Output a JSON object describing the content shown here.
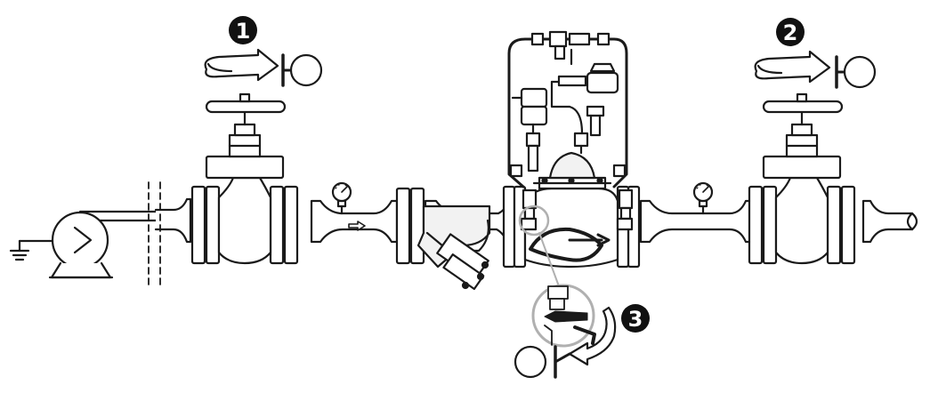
{
  "steps": [
    {
      "number": "1"
    },
    {
      "number": "2"
    },
    {
      "number": "3"
    }
  ],
  "colors": {
    "line": "#1a1a1a",
    "fill": "#ffffff",
    "shade": "#f2f2f2",
    "badge": "#111111",
    "magnifier": "#b0b0b0"
  },
  "icons": [
    "pump-icon",
    "ground-icon",
    "pressure-gauge-icon",
    "flow-arrow-icon",
    "rotate-arrow-icon",
    "valve-closed-symbol-icon"
  ]
}
